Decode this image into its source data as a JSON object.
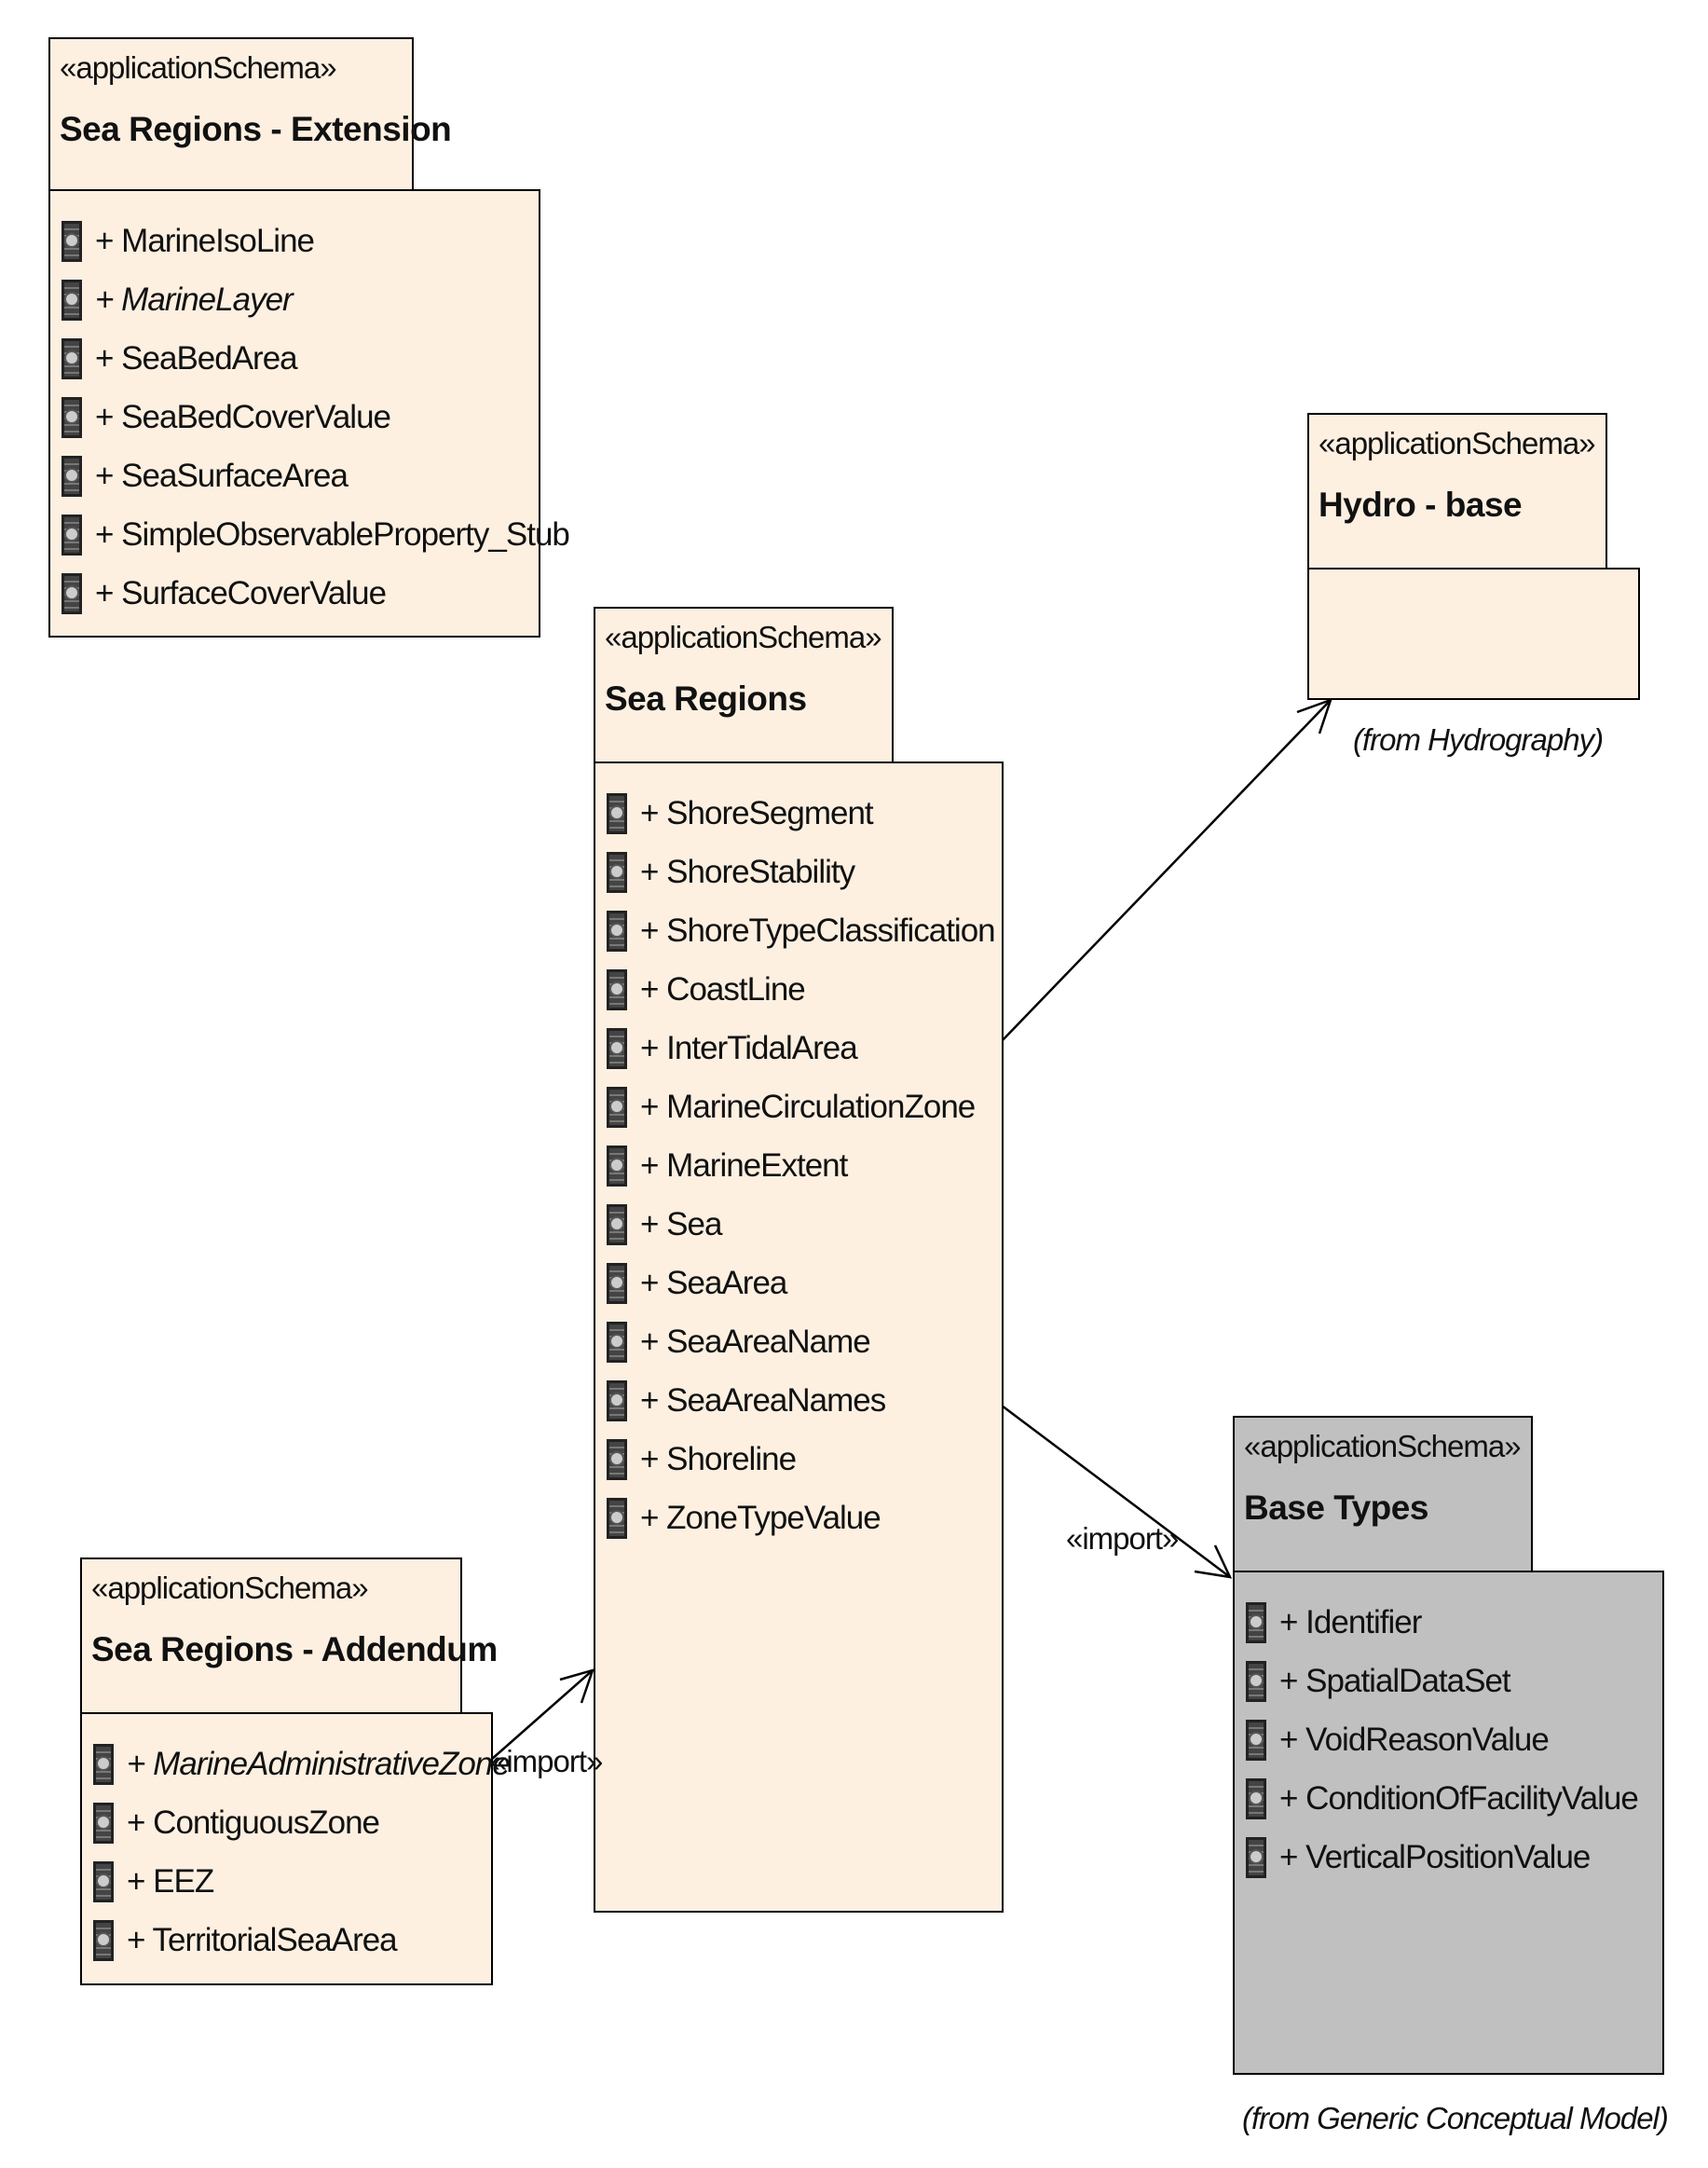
{
  "packages": {
    "extension": {
      "stereotype": "«applicationSchema»",
      "name": "Sea Regions - Extension",
      "items": [
        {
          "label": "+ MarineIsoLine",
          "italic": false
        },
        {
          "label": "+ MarineLayer",
          "italic": true
        },
        {
          "label": "+ SeaBedArea",
          "italic": false
        },
        {
          "label": "+ SeaBedCoverValue",
          "italic": false
        },
        {
          "label": "+ SeaSurfaceArea",
          "italic": false
        },
        {
          "label": "+ SimpleObservableProperty_Stub",
          "italic": false
        },
        {
          "label": "+ SurfaceCoverValue",
          "italic": false
        }
      ]
    },
    "hydro": {
      "stereotype": "«applicationSchema»",
      "name": "Hydro - base",
      "from": "(from Hydrography)"
    },
    "sea_regions": {
      "stereotype": "«applicationSchema»",
      "name": "Sea Regions",
      "items": [
        {
          "label": "+ ShoreSegment",
          "italic": false
        },
        {
          "label": "+ ShoreStability",
          "italic": false
        },
        {
          "label": "+ ShoreTypeClassification",
          "italic": false
        },
        {
          "label": "+ CoastLine",
          "italic": false
        },
        {
          "label": "+ InterTidalArea",
          "italic": false
        },
        {
          "label": "+ MarineCirculationZone",
          "italic": false
        },
        {
          "label": "+ MarineExtent",
          "italic": false
        },
        {
          "label": "+ Sea",
          "italic": false
        },
        {
          "label": "+ SeaArea",
          "italic": false
        },
        {
          "label": "+ SeaAreaName",
          "italic": false
        },
        {
          "label": "+ SeaAreaNames",
          "italic": false
        },
        {
          "label": "+ Shoreline",
          "italic": false
        },
        {
          "label": "+ ZoneTypeValue",
          "italic": false
        }
      ]
    },
    "addendum": {
      "stereotype": "«applicationSchema»",
      "name": "Sea Regions - Addendum",
      "items": [
        {
          "label": "+ MarineAdministrativeZone",
          "italic": true
        },
        {
          "label": "+ ContiguousZone",
          "italic": false
        },
        {
          "label": "+ EEZ",
          "italic": false
        },
        {
          "label": "+ TerritorialSeaArea",
          "italic": false
        }
      ]
    },
    "base_types": {
      "stereotype": "«applicationSchema»",
      "name": "Base Types",
      "from": "(from Generic Conceptual Model)",
      "items": [
        {
          "label": "+ Identifier",
          "italic": false
        },
        {
          "label": "+ SpatialDataSet",
          "italic": false
        },
        {
          "label": "+ VoidReasonValue",
          "italic": false
        },
        {
          "label": "+ ConditionOfFacilityValue",
          "italic": false
        },
        {
          "label": "+ VerticalPositionValue",
          "italic": false
        }
      ]
    }
  },
  "edges": {
    "addendum_import": "«import»",
    "base_types_import": "«import»"
  },
  "colors": {
    "package_fill": "#fdf0e1",
    "external_package_fill": "#c0c0c0",
    "line": "#000000"
  }
}
